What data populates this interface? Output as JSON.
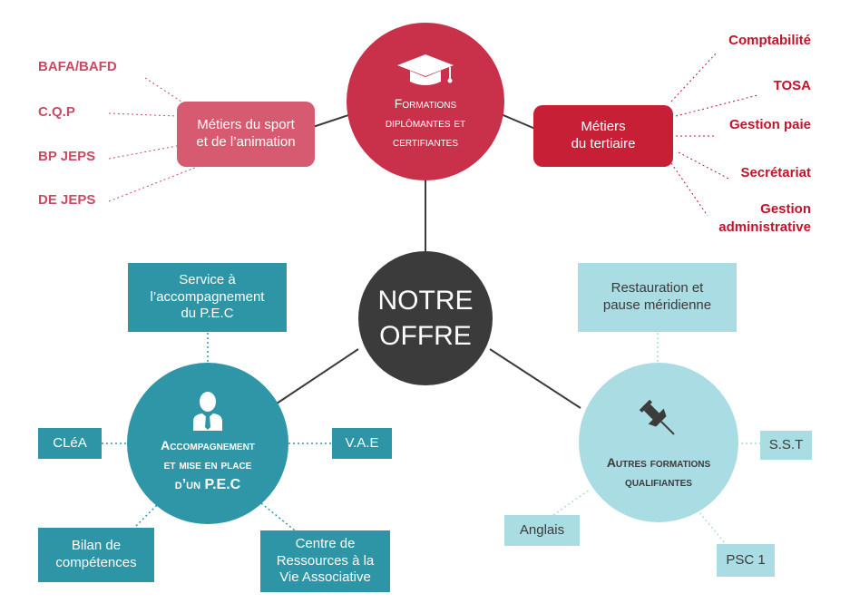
{
  "colors": {
    "crimson": "#c9304a",
    "pink": "#d65a70",
    "deep_red": "#c61f36",
    "dark": "#3b3b3b",
    "teal": "#2f96a8",
    "teal_box": "#2e95a6",
    "light_blue": "#a9dce3",
    "label_pink": "#c84a63",
    "label_red": "#c0142b",
    "white": "#ffffff"
  },
  "center": {
    "line1": "NOTRE",
    "line2": "OFFRE"
  },
  "formations": {
    "icon": "graduation-cap-icon",
    "line1": "Formations",
    "line2": "diplômantes et",
    "line3": "certifiantes"
  },
  "sport": {
    "line1": "Métiers du sport",
    "line2": "et de l’animation",
    "items": [
      "BAFA/BAFD",
      "C.Q.P",
      "BP JEPS",
      "DE JEPS"
    ]
  },
  "tertiaire": {
    "line1": "Métiers",
    "line2": "du tertiaire",
    "items": [
      "Comptabilité",
      "TOSA",
      "Gestion paie",
      "Secrétariat",
      "Gestion",
      "administrative"
    ]
  },
  "accompagnement": {
    "icon": "person-icon",
    "line1": "Accompagnement",
    "line2": "et mise en place",
    "line3": "d’un P.E.C",
    "service": [
      "Service à",
      "l’accompagnement",
      "du P.E.C"
    ],
    "clea": "CLéA",
    "vae": "V.A.E",
    "bilan": [
      "Bilan de",
      "compétences"
    ],
    "centre": [
      "Centre de",
      "Ressources à la",
      "Vie Associative"
    ]
  },
  "autres": {
    "icon": "pushpin-icon",
    "line1": "Autres formations",
    "line2": "qualifiantes",
    "restauration": [
      "Restauration et",
      "pause méridienne"
    ],
    "sst": "S.S.T",
    "anglais": "Anglais",
    "psc": "PSC 1"
  }
}
